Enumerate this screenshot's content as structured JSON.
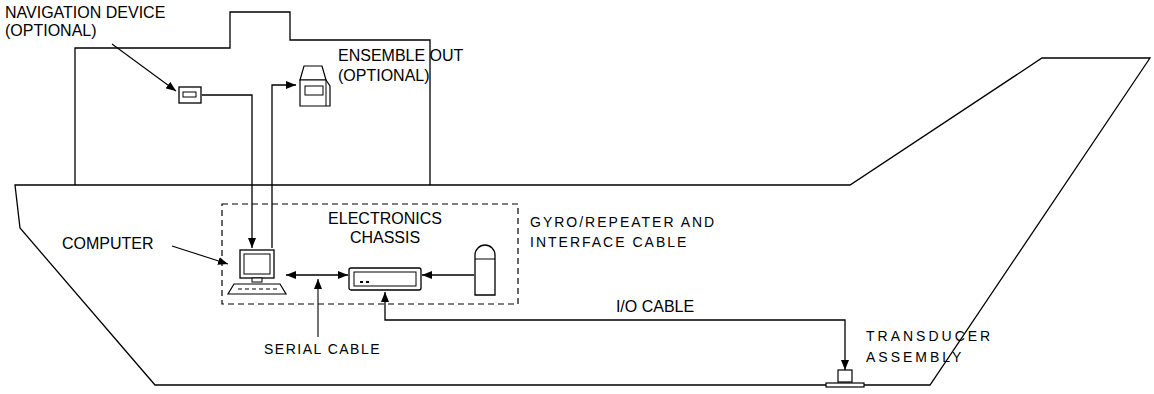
{
  "diagram": {
    "nodes": [
      {
        "text": [
          "NAVIGATION DEVICE (OPTIONAL)"
        ]
      },
      {
        "text": [
          "ENSEMBLE OUT (OPTIONAL)"
        ]
      },
      {
        "text": [
          "COMPUTER"
        ]
      },
      {
        "text": [
          "ELECTRONICS CHASSIS"
        ]
      },
      {
        "text": [
          "GYRO/REPEATER AND INTERFACE CABLE"
        ]
      },
      {
        "text": [
          "TRANSDUCER ASSEMBLY"
        ]
      }
    ],
    "edges": [
      {
        "from": 0,
        "to": 2,
        "arrow": "to"
      },
      {
        "from": 2,
        "to": 1,
        "arrow": "to"
      },
      {
        "from": 2,
        "to": 3,
        "arrow": "both"
      },
      {
        "from": 4,
        "to": 3,
        "arrow": "to"
      },
      {
        "from": 3,
        "to": 5,
        "label": "I/O CABLE",
        "arrow": "both"
      }
    ],
    "labels": [
      "SERIAL CABLE"
    ]
  }
}
